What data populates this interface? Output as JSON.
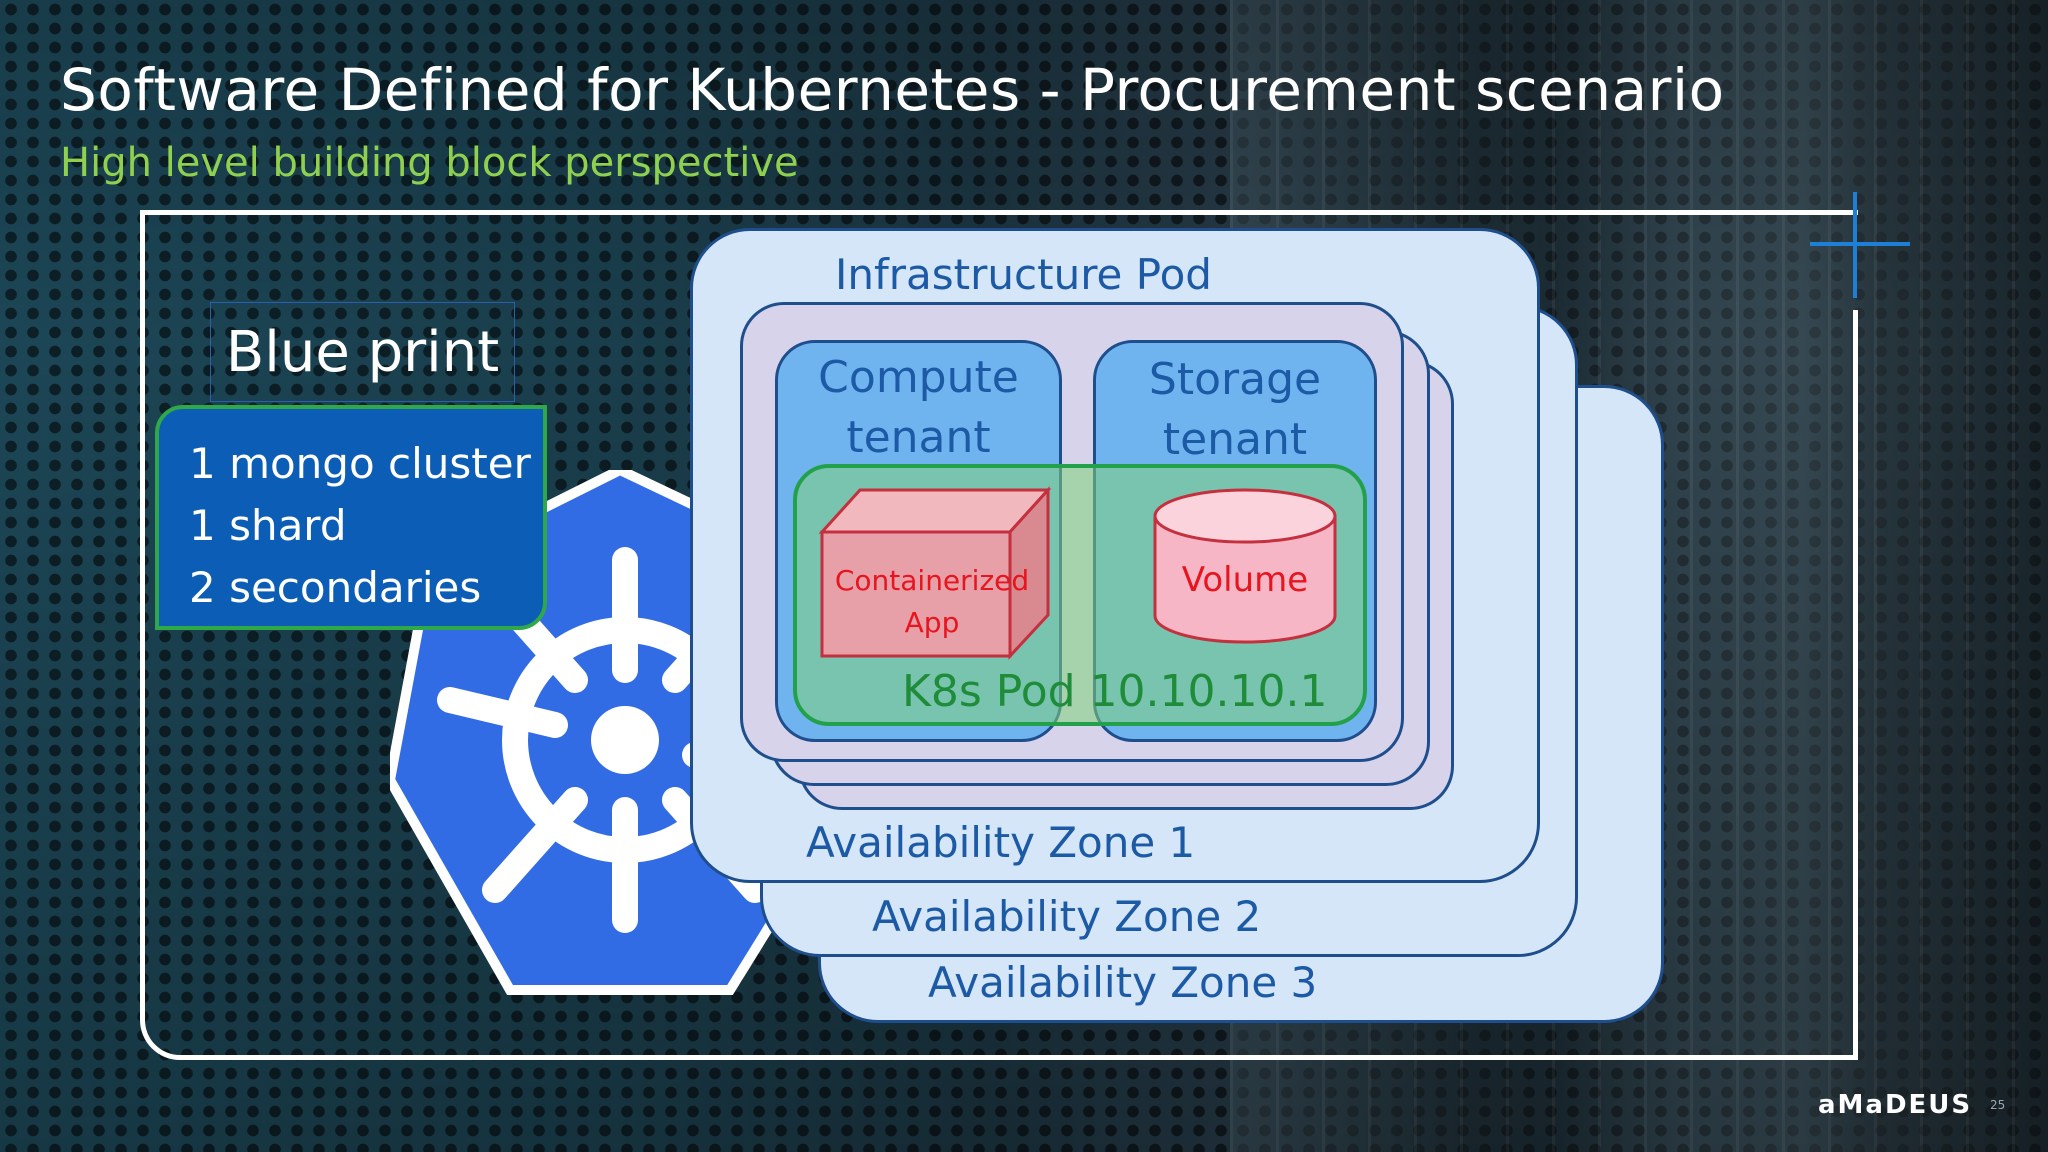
{
  "slide": {
    "title": "Software Defined for Kubernetes  - Procurement scenario",
    "subtitle": "High level building block perspective",
    "page_number": "25",
    "brand": "aMaDEUS"
  },
  "blueprint": {
    "label": "Blue print",
    "lines": [
      "1 mongo cluster",
      "1 shard",
      "2 secondaries"
    ]
  },
  "diagram": {
    "infrastructure_pod": "Infrastructure Pod",
    "compute_tenant": [
      "Compute",
      "tenant"
    ],
    "storage_tenant": [
      "Storage",
      "tenant"
    ],
    "k8s_pod": "K8s Pod 10.10.10.1",
    "containerized_app": [
      "Containerized",
      "App"
    ],
    "volume": "Volume",
    "availability_zones": [
      "Availability Zone 1",
      "Availability Zone 2",
      "Availability Zone 3"
    ]
  },
  "colors": {
    "title": "#ffffff",
    "subtitle": "#8fd14f",
    "blueprint_fill": "#0c5db5",
    "blueprint_border": "#2fa84a",
    "zone_fill": "#d4e6f7",
    "tenant_fill": "#6fb4ef",
    "k8s_pod_fill": "#80d278",
    "app_fill": "#e8a0a8",
    "label_blue": "#1d5aa6",
    "label_red": "#e8141e",
    "kubernetes_logo": "#326ce5"
  },
  "icons": [
    "kubernetes-logo-icon",
    "cube-icon",
    "cylinder-icon",
    "cross-accent-icon"
  ]
}
